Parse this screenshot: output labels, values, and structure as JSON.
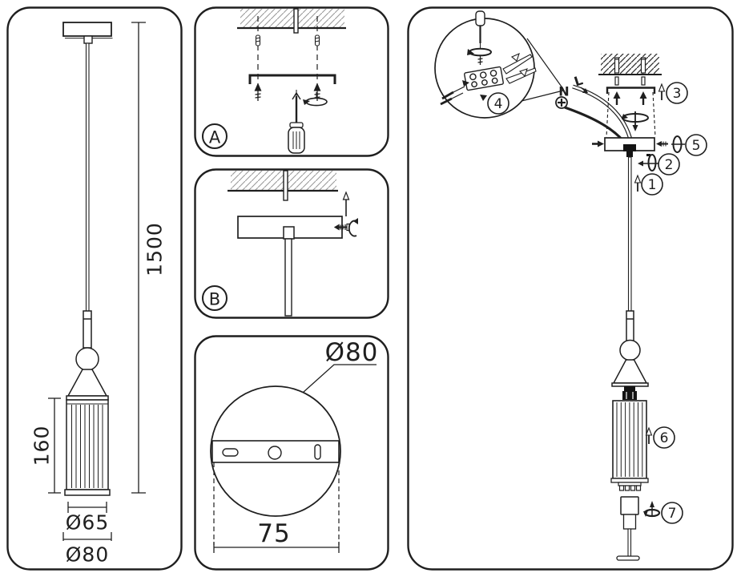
{
  "colors": {
    "line": "#1f1f1f",
    "hatch_light": "#9b9b9b",
    "hatch_dark": "#2f2f2f",
    "background": "#ffffff"
  },
  "left_panel": {
    "cord_length": "1500",
    "shade_height": "160",
    "shade_diameter": "Ø65",
    "canopy_diameter": "Ø80"
  },
  "install_steps": {
    "a": "A",
    "b": "B"
  },
  "canopy_bottom_view": {
    "diameter": "Ø80",
    "mount_spacing": "75"
  },
  "assembly": {
    "wire_neutral": "N",
    "wire_live": "L",
    "steps": [
      "1",
      "2",
      "3",
      "4",
      "5",
      "6",
      "7"
    ]
  }
}
